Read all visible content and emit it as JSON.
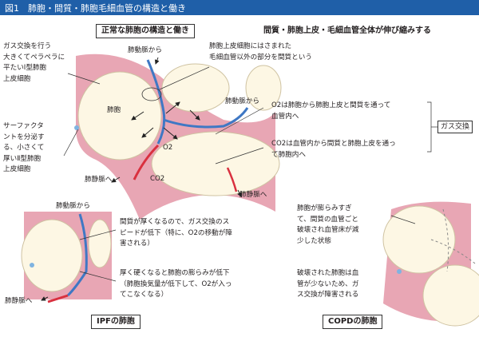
{
  "header": {
    "title": "図1　肺胞・間質・肺胞毛細血管の構造と働き"
  },
  "normal": {
    "title": "正常な肺胞の構造と働き",
    "type1_cell": "ガス交換を行う\n大きくてペラペラに\n平たいⅠ型肺胞\n上皮細胞",
    "type2_cell": "サーファクタ\nントを分泌す\nる、小さくて\n厚いⅡ型肺胞\n上皮細胞",
    "artery_top": "肺動脈から",
    "artery_right": "肺動脈から",
    "alveolus": "肺胞",
    "o2": "O2",
    "co2": "CO2",
    "vein_left": "肺静脈へ",
    "vein_right": "肺静脈へ",
    "interstitium_note": "肺胞上皮細胞にはさまれた\n毛細血管以外の部分を間質という"
  },
  "stretch_title": "間質・肺胞上皮・毛細血管全体が伸び縮みする",
  "gas_exchange": {
    "o2_note": "O2は肺胞から肺胞上皮と間質を通って\n血管内へ",
    "co2_note": "CO2は血管内から間質と肺胞上皮を通っ\nて肺胞内へ",
    "label": "ガス交換"
  },
  "ipf": {
    "artery": "肺動脈から",
    "note1": "間質が厚くなるので、ガス交換のス\nピードが低下（特に、O2の移動が障\n害される）",
    "note2": "厚く硬くなると肺胞の膨らみが低下\n（肺胞換気量が低下して、O2が入っ\nてこなくなる）",
    "vein": "肺静脈へ",
    "caption": "IPFの肺胞"
  },
  "copd": {
    "note1": "肺胞が膨らみすぎ\nて、間質の血管ごと\n破壊され血管床が減\n少した状態",
    "note2": "破壊された肺胞は血\n管が少ないため、ガ\nス交換が障害される",
    "caption": "COPDの肺胞"
  },
  "colors": {
    "header": "#1f5fa8",
    "interstitium": "#e8a6b4",
    "alveolus": "#fdf7e4",
    "vessel": "#3f78c4",
    "vein_red": "#d9303f"
  }
}
